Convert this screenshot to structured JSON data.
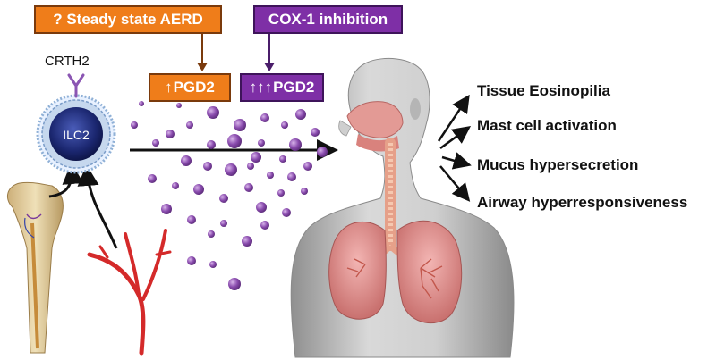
{
  "labels": {
    "aerd_box": "? Steady state AERD",
    "cox_box": "COX-1 inhibition",
    "pgd2_orange": {
      "symbol": "↑",
      "text": "PGD2"
    },
    "pgd2_purple": {
      "symbol": "↑↑↑",
      "text": "PGD2"
    },
    "receptor": "CRTH2",
    "cell": "ILC2"
  },
  "effects": [
    "Tissue Eosinopilia",
    "Mast cell activation",
    "Mucus hypersecretion",
    "Airway hyperresponsiveness"
  ],
  "colors": {
    "orange": "#ef7d1a",
    "purple": "#7e2fa6",
    "cell_blue": "#1f2e7a",
    "vessel_red": "#d42a2a",
    "body_grey": "#bfbfbf",
    "lung_pink": "#e79a9a"
  },
  "icons": [
    "bone-icon",
    "blood-vessel-icon",
    "human-torso-icon",
    "lungs-icon",
    "receptor-icon"
  ]
}
